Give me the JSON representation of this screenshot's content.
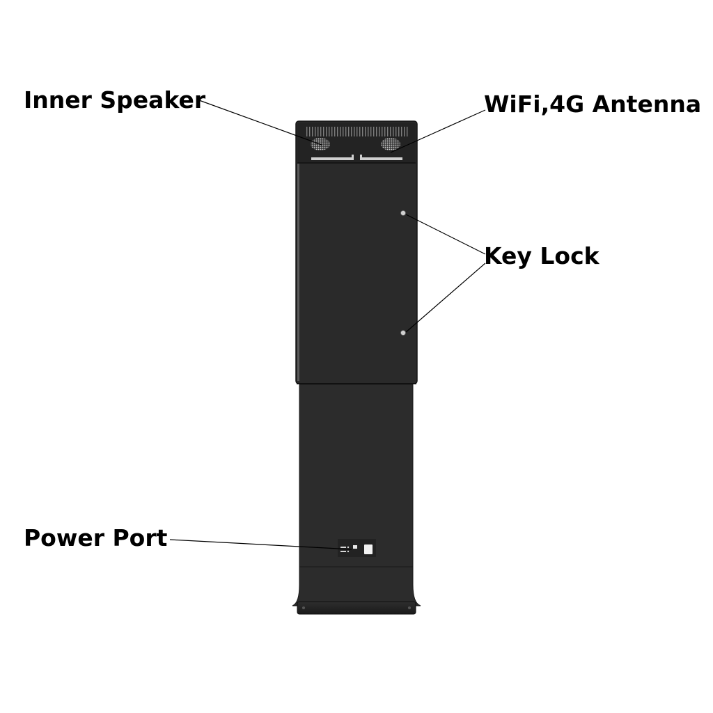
{
  "callouts": {
    "inner_speaker": "Inner Speaker",
    "antenna": "WiFi,4G Antenna",
    "key_lock": "Key Lock",
    "power_port": "Power Port"
  },
  "colors": {
    "body": "#2b2b2b",
    "body_dark": "#1c1c1c",
    "body_edge": "#151515",
    "grille": "#8a8a8a",
    "speaker_mesh": "#d8d8d8",
    "label": "#000000"
  }
}
